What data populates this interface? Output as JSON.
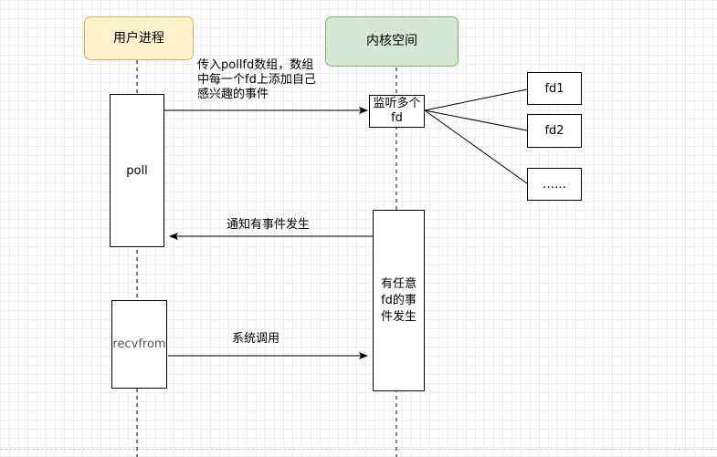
{
  "actors": {
    "user_process": "用户进程",
    "kernel_space": "内核空间"
  },
  "activations": {
    "poll": "poll",
    "recvfrom": "recvfrom",
    "monitor_fds": "监听多个fd",
    "event_occurs": "有任意fd的事件发生"
  },
  "fds": [
    "fd1",
    "fd2",
    "……"
  ],
  "messages": {
    "pass_pollfd": "传入pollfd数组，数组中每一个fd上添加自己感兴趣的事件",
    "notify": "通知有事件发生",
    "syscall": "系统调用"
  },
  "colors": {
    "user_fill": "#fff2cc",
    "user_stroke": "#d6b656",
    "kernel_fill": "#d5e8d4",
    "kernel_stroke": "#82b366"
  }
}
